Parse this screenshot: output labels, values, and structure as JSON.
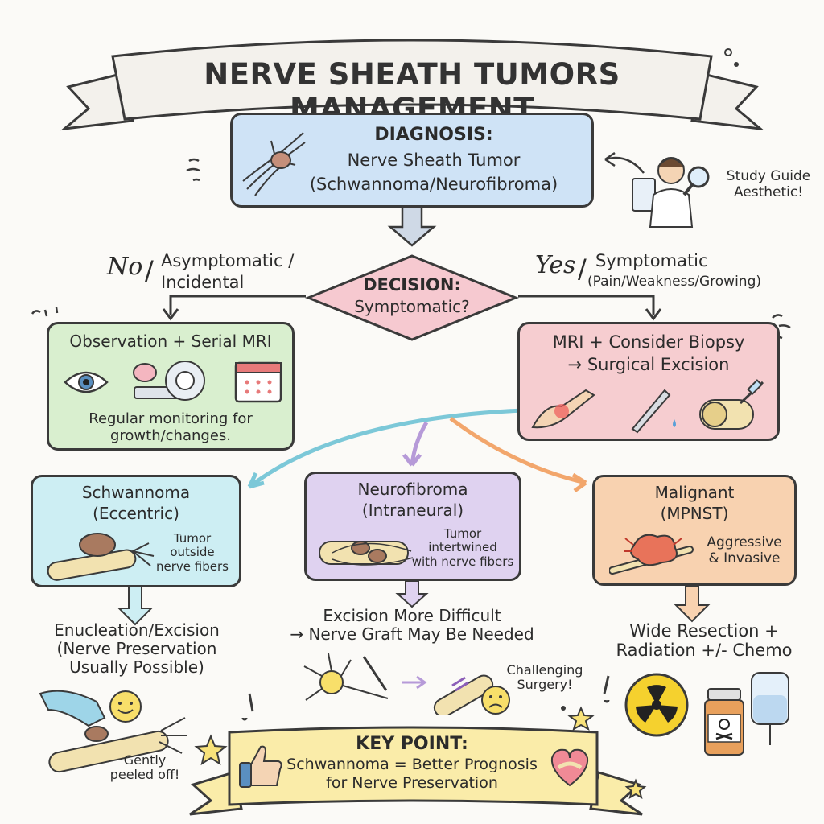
{
  "title": "NERVE SHEATH TUMORS MANAGEMENT",
  "diagnosis": {
    "heading": "DIAGNOSIS:",
    "line1": "Nerve Sheath Tumor",
    "line2": "(Schwannoma/Neurofibroma)"
  },
  "study_guide": "Study Guide\nAesthetic!",
  "decision": {
    "line1": "DECISION:",
    "line2": "Symptomatic?"
  },
  "branch_no": {
    "word": "No",
    "line1": "Asymptomatic /",
    "line2": "Incidental"
  },
  "branch_yes": {
    "word": "Yes",
    "line1": "Symptomatic",
    "line2": "(Pain/Weakness/Growing)"
  },
  "observation": {
    "title": "Observation + Serial MRI",
    "text": "Regular monitoring for\ngrowth/changes."
  },
  "surgery": {
    "line1": "MRI + Consider Biopsy",
    "line2": "→ Surgical Excision"
  },
  "schwannoma": {
    "title": "Schwannoma",
    "subtitle": "(Eccentric)",
    "note": "Tumor\noutside\nnerve fibers",
    "treatment": "Enucleation/Excision\n(Nerve Preservation\nUsually Possible)",
    "caption": "Gently\npeeled off!"
  },
  "neurofibroma": {
    "title": "Neurofibroma",
    "subtitle": "(Intraneural)",
    "note": "Tumor\nintertwined\nwith nerve fibers",
    "treatment": "Excision More Difficult\n→ Nerve Graft May Be Needed",
    "caption": "Challenging\nSurgery!"
  },
  "malignant": {
    "title": "Malignant",
    "subtitle": "(MPNST)",
    "note": "Aggressive\n& Invasive",
    "treatment": "Wide Resection +\nRadiation +/- Chemo"
  },
  "key_point": {
    "heading": "KEY POINT:",
    "line1": "Schwannoma = Better Prognosis",
    "line2": "for Nerve Preservation"
  },
  "colors": {
    "blue": "#cfe3f6",
    "pink": "#f6c9d0",
    "green": "#d9efcf",
    "red": "#f6cdd0",
    "cyan": "#cdeef3",
    "purple": "#dfd2f0",
    "orange": "#f8d2b0",
    "yellow": "#faeca9",
    "ribbon": "#f3f1ec"
  }
}
